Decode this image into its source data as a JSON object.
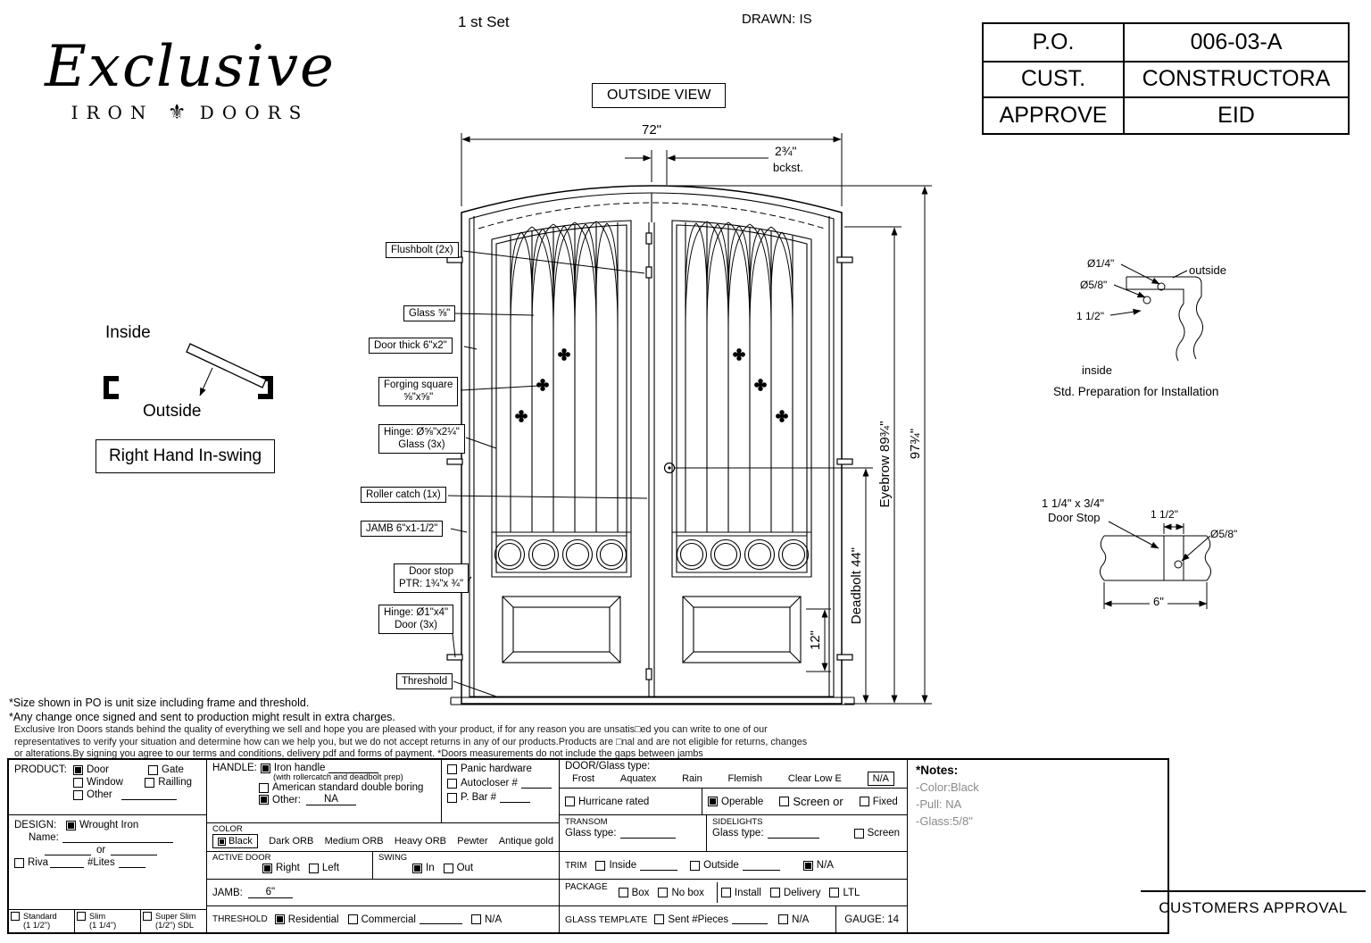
{
  "header": {
    "set_label": "1 st Set",
    "drawn_label": "DRAWN: IS",
    "logo": {
      "name": "Exclusive",
      "word_left": "IRON",
      "ornament": "⚜",
      "word_right": "DOORS"
    },
    "title_block": {
      "rows": [
        {
          "label": "P.O.",
          "value": "006-03-A"
        },
        {
          "label": "CUST.",
          "value": "CONSTRUCTORA"
        },
        {
          "label": "APPROVE",
          "value": "EID"
        }
      ]
    }
  },
  "drawing": {
    "view_label": "OUTSIDE VIEW",
    "dims": {
      "width": "72\"",
      "backset": "2¾\"",
      "backset_unit": "bckst.",
      "height": "97¾\"",
      "eyebrow": "Eyebrow 89¾\"",
      "deadbolt": "Deadbolt 44\"",
      "panel": "12\""
    },
    "callouts": [
      {
        "line1": "Flushbolt (2x)"
      },
      {
        "line1": "Glass ⅝\""
      },
      {
        "line1": "Door thick 6\"x2\""
      },
      {
        "line1": "Forging square",
        "line2": "⅝\"x⅝\""
      },
      {
        "line1": "Hinge: Ø⅝\"x2¼\"",
        "line2": "Glass (3x)"
      },
      {
        "line1": "Roller catch  (1x)"
      },
      {
        "line1": "JAMB  6\"x1-1/2\""
      },
      {
        "line1": "Door stop",
        "line2": "PTR: 1¾\"x ¾\""
      },
      {
        "line1": "Hinge: Ø1\"x4\"",
        "line2": "Door (3x)"
      },
      {
        "line1": "Threshold"
      }
    ],
    "swing": {
      "inside": "Inside",
      "outside": "Outside",
      "handing": "Right Hand In-swing"
    },
    "detail_top": {
      "dia1": "Ø1/4\"",
      "dia2": "Ø5/8\"",
      "dim1": "1 1/2\"",
      "outside": "outside",
      "inside": "inside",
      "caption": "Std. Preparation for Installation"
    },
    "detail_bottom": {
      "size": "1 1/4\" x 3/4\"",
      "name": "Door Stop",
      "dim1": "1 1/2\"",
      "dia": "Ø5/8\"",
      "width": "6\""
    }
  },
  "notes_block": {
    "line1": "*Size shown in PO is unit size including frame and threshold.",
    "line2": "*Any change once signed and sent to production might result in extra charges.",
    "line3": "Exclusive Iron Doors stands behind the quality of everything we sell and hope you are pleased with your product, if for any reason you are unsatis□ed you can write to one of our",
    "line4": "representatives to verify your situation and determine how can we help you, but we do not accept returns in any of our products.Products are □nal and are not eligible for returns, changes",
    "line5": "or alterations.By signing you agree to our terms and conditions, delivery pdf and forms of payment. *Doors measurements do not include the gaps between jambs"
  },
  "form": {
    "product": {
      "label": "PRODUCT:",
      "options": [
        {
          "label": "Door",
          "checked": true
        },
        {
          "label": "Gate",
          "checked": false
        },
        {
          "label": "Window",
          "checked": false
        },
        {
          "label": "Railling",
          "checked": false
        },
        {
          "label": "Other",
          "checked": false
        }
      ]
    },
    "design": {
      "label": "DESIGN:",
      "wrought_iron": {
        "label": "Wrought Iron",
        "checked": true
      },
      "name_label": "Name:",
      "or_label": "or",
      "riva": {
        "label": "Riva",
        "checked": false
      },
      "lites_label": "#Lites",
      "profiles": [
        {
          "line1": "Standard",
          "line2": "(1 1/2\")",
          "checked": false
        },
        {
          "line1": "Slim",
          "line2": "(1 1/4\")",
          "checked": false
        },
        {
          "line1": "Super Slim",
          "line2": "(1/2\") SDL",
          "checked": false
        }
      ]
    },
    "handle": {
      "label": "HANDLE:",
      "iron_handle": {
        "label": "Iron handle",
        "checked": true
      },
      "iron_handle_note": "(with rollercatch and deadbolt prep)",
      "american": {
        "label": "American standard double boring",
        "checked": false
      },
      "other": {
        "label": "Other:",
        "value": "NA",
        "checked": true
      },
      "panic": {
        "label": "Panic hardware",
        "checked": false
      },
      "autocloser": {
        "label": "Autocloser #",
        "checked": false
      },
      "pbar": {
        "label": "P. Bar #",
        "checked": false
      }
    },
    "color": {
      "label": "COLOR",
      "selected": "Black",
      "options": [
        "Dark ORB",
        "Medium ORB",
        "Heavy ORB",
        "Pewter",
        "Antique gold"
      ]
    },
    "active_door": {
      "label": "ACTIVE DOOR",
      "options": [
        {
          "label": "Right",
          "checked": true
        },
        {
          "label": "Left",
          "checked": false
        }
      ]
    },
    "swing": {
      "label": "SWING",
      "options": [
        {
          "label": "In",
          "checked": true
        },
        {
          "label": "Out",
          "checked": false
        }
      ]
    },
    "jamb": {
      "label": "JAMB:",
      "value": "6\""
    },
    "threshold": {
      "label": "THRESHOLD",
      "options": [
        {
          "label": "Residential",
          "checked": true
        },
        {
          "label": "Commercial",
          "checked": false
        },
        {
          "label": "N/A",
          "checked": false
        }
      ]
    },
    "glass_type": {
      "label": "DOOR/Glass type:",
      "options": [
        "Frost",
        "Aquatex",
        "Rain",
        "Flemish",
        "Clear Low E"
      ],
      "selected": "N/A"
    },
    "operation": {
      "hurricane": {
        "label": "Hurricane rated",
        "checked": false
      },
      "operable": {
        "label": "Operable",
        "checked": true
      },
      "screen_or": {
        "label": "Screen or",
        "checked": false
      },
      "fixed": {
        "label": "Fixed",
        "checked": false
      }
    },
    "transom": {
      "label": "TRANSOM",
      "glass_label": "Glass type:"
    },
    "sidelights": {
      "label": "SIDELIGHTS",
      "glass_label": "Glass type:",
      "screen": {
        "label": "Screen",
        "checked": false
      }
    },
    "trim": {
      "label": "TRIM",
      "options": [
        {
          "label": "Inside",
          "checked": false
        },
        {
          "label": "Outside",
          "checked": false
        },
        {
          "label": "N/A",
          "checked": true
        }
      ]
    },
    "package": {
      "label": "PACKAGE",
      "options": [
        {
          "label": "Box",
          "checked": false
        },
        {
          "label": "No box",
          "checked": false
        },
        {
          "label": "Install",
          "checked": false
        },
        {
          "label": "Delivery",
          "checked": false
        },
        {
          "label": "LTL",
          "checked": false
        }
      ]
    },
    "glass_template": {
      "label": "GLASS TEMPLATE",
      "sent": {
        "label": "Sent #Pieces",
        "checked": false
      },
      "na": {
        "label": "N/A",
        "checked": false
      },
      "gauge": "GAUGE: 14"
    },
    "notes": {
      "title": "*Notes:",
      "lines": [
        "-Color:Black",
        "-Pull: NA",
        "-Glass:5/8\""
      ]
    }
  },
  "footer": {
    "approval": "CUSTOMERS APPROVAL"
  }
}
